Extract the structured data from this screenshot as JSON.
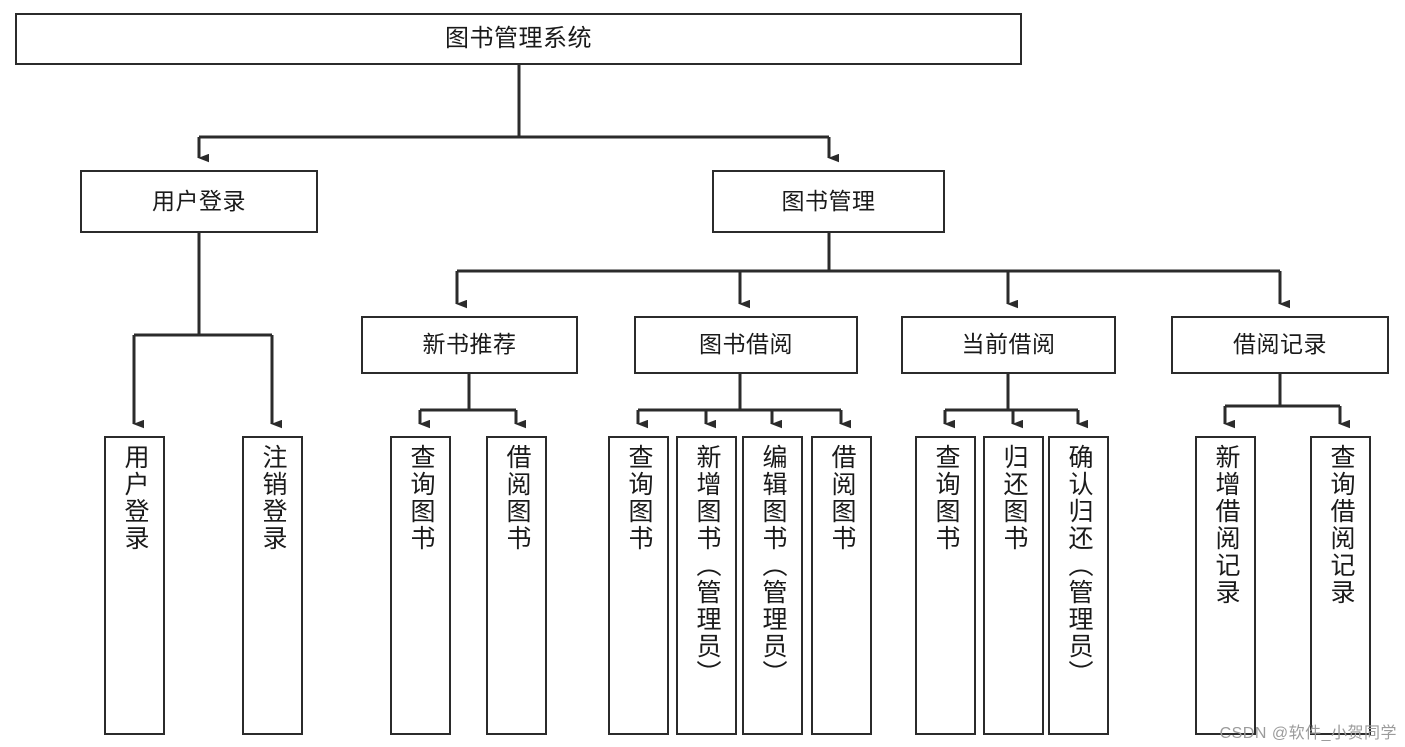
{
  "diagram": {
    "title": "图书管理系统",
    "type": "tree-hierarchy",
    "colors": {
      "box_border": "#2b2b2b",
      "box_fill": "#ffffff",
      "connector": "#2b2b2b",
      "text": "#1a1a1a",
      "watermark": "#9b9b9b",
      "background": "#ffffff"
    }
  },
  "root": {
    "label": "图书管理系统"
  },
  "level1": [
    {
      "id": "user-login",
      "label": "用户登录"
    },
    {
      "id": "book-manage",
      "label": "图书管理"
    }
  ],
  "level2": [
    {
      "id": "new-book-recommend",
      "label": "新书推荐",
      "parent": "book-manage"
    },
    {
      "id": "book-borrow",
      "label": "图书借阅",
      "parent": "book-manage"
    },
    {
      "id": "current-borrow",
      "label": "当前借阅",
      "parent": "book-manage"
    },
    {
      "id": "borrow-record",
      "label": "借阅记录",
      "parent": "book-manage"
    }
  ],
  "leaves": {
    "user_login": [
      {
        "id": "leaf-user-login",
        "label": "用户登录"
      },
      {
        "id": "leaf-user-logout",
        "label": "注销登录"
      }
    ],
    "new_book_recommend": [
      {
        "id": "leaf-query-book-1",
        "label": "查询图书"
      },
      {
        "id": "leaf-borrow-book-1",
        "label": "借阅图书"
      }
    ],
    "book_borrow": [
      {
        "id": "leaf-query-book-2",
        "label": "查询图书"
      },
      {
        "id": "leaf-add-book",
        "label": "新增图书（管理员）"
      },
      {
        "id": "leaf-edit-book",
        "label": "编辑图书（管理员）"
      },
      {
        "id": "leaf-borrow-book-2",
        "label": "借阅图书"
      }
    ],
    "current_borrow": [
      {
        "id": "leaf-query-book-3",
        "label": "查询图书"
      },
      {
        "id": "leaf-return-book",
        "label": "归还图书"
      },
      {
        "id": "leaf-confirm-return",
        "label": "确认归还（管理员）"
      }
    ],
    "borrow_record": [
      {
        "id": "leaf-add-record",
        "label": "新增借阅记录"
      },
      {
        "id": "leaf-query-record",
        "label": "查询借阅记录"
      }
    ]
  },
  "watermark": {
    "text": "CSDN @软件_小贺同学"
  }
}
